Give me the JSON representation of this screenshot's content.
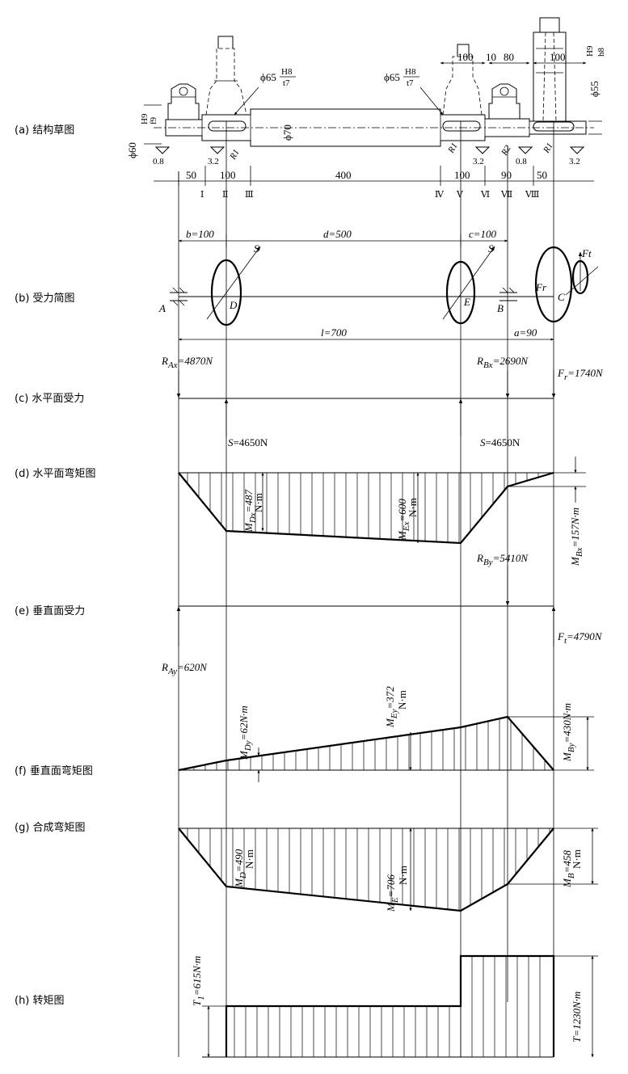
{
  "panels": {
    "a": "(a) 结构草图",
    "b": "(b) 受力简图",
    "c": "(c) 水平面受力",
    "d": "(d) 水平面弯矩图",
    "e": "(e) 垂直面受力",
    "f": "(f) 垂直面弯矩图",
    "g": "(g) 合成弯矩图",
    "h": "(h) 转矩图"
  },
  "structure": {
    "fit_left_d": "ϕ60",
    "fit_left_frac_top": "H9",
    "fit_left_frac_bot": "f9",
    "fit_d1": "ϕ65",
    "fit_d1_frac_top": "H8",
    "fit_d1_frac_bot": "t7",
    "fit_d2": "ϕ65",
    "fit_d2_frac_top": "H8",
    "fit_d2_frac_bot": "t7",
    "fit_right_d": "ϕ55",
    "fit_right_frac_top": "H9",
    "fit_right_frac_bot": "h8",
    "shaft_d": "ϕ70",
    "rough_1": "0.8",
    "rough_2": "3.2",
    "rough_3": "3.2",
    "rough_4": "0.8",
    "rough_5": "3.2",
    "r1": "R1",
    "r_mid": "R1",
    "r2": "R2",
    "r3": "R1",
    "top_dims": [
      "100",
      "10",
      "80",
      "100"
    ],
    "bottom_dims": [
      "50",
      "100",
      "400",
      "100",
      "90",
      "50"
    ],
    "sections": [
      "Ⅰ",
      "Ⅱ",
      "Ⅲ",
      "Ⅳ",
      "Ⅴ",
      "Ⅵ",
      "Ⅶ",
      "Ⅷ"
    ]
  },
  "force_diagram": {
    "b_dim": "b=100",
    "d_dim": "d=500",
    "c_dim": "c=100",
    "l_dim": "l=700",
    "a_dim": "a=90",
    "S1": "S",
    "S2": "S",
    "Ft": "Ft",
    "Fr": "Fr",
    "A": "A",
    "B": "B",
    "C": "C",
    "D": "D",
    "E": "E"
  },
  "horizontal": {
    "RAx": "R",
    "RAx_sub": "Ax",
    "RAx_val": "=4870N",
    "RBx": "R",
    "RBx_sub": "Bx",
    "RBx_val": "=2690N",
    "Fr": "F",
    "Fr_sub": "r",
    "Fr_val": "=1740N",
    "S_left": "S=4650N",
    "S_right": "S=4650N",
    "MDx": "M",
    "MDx_sub": "Dx",
    "MDx_val": "=487",
    "MDx_unit": "N·m",
    "MEx": "M",
    "MEx_sub": "Ex",
    "MEx_val": "=600",
    "MEx_unit": "N·m",
    "MBx": "M",
    "MBx_sub": "Bx",
    "MBx_val": "=157N·m"
  },
  "vertical": {
    "RBy": "R",
    "RBy_sub": "By",
    "RBy_val": "=5410N",
    "Ft": "F",
    "Ft_sub": "t",
    "Ft_val": "=4790N",
    "RAy": "R",
    "RAy_sub": "Ay",
    "RAy_val": "=620N",
    "MDy": "M",
    "MDy_sub": "Dy",
    "MDy_val": "=62N·m",
    "MEy": "M",
    "MEy_sub": "Ey",
    "MEy_val": "=372",
    "MEy_unit": "N·m",
    "MBy": "M",
    "MBy_sub": "By",
    "MBy_val": "=430N·m"
  },
  "combined": {
    "MD": "M",
    "MD_sub": "D",
    "MD_val": "=490",
    "MD_unit": "N·m",
    "ME": "M",
    "ME_sub": "E",
    "ME_val": "=706",
    "ME_unit": "N·m",
    "MB": "M",
    "MB_sub": "B",
    "MB_val": "=458",
    "MB_unit": "N·m"
  },
  "torque": {
    "T1": "T",
    "T1_sub": "1",
    "T1_val": "=615N·m",
    "T": "T=1230N·m"
  }
}
